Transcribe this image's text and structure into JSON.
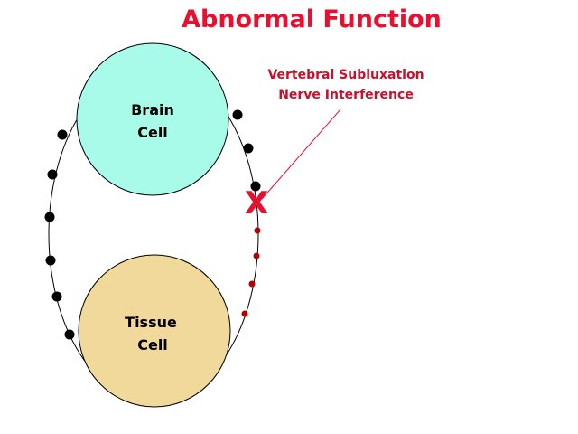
{
  "title": "Abnormal Function",
  "annotation": {
    "line1": "Vertebral Subluxation",
    "line2": "Nerve Interference"
  },
  "cells": {
    "brain": {
      "line1": "Brain",
      "line2": "Cell",
      "color": "#a8fbe8"
    },
    "tissue": {
      "line1": "Tissue",
      "line2": "Cell",
      "color": "#f0d99a"
    }
  },
  "marker": {
    "symbol": "X"
  },
  "colors": {
    "title": "#e8102e",
    "annotation": "#c8102e",
    "black_dots": "#000000",
    "red_dots": "#b30000"
  }
}
